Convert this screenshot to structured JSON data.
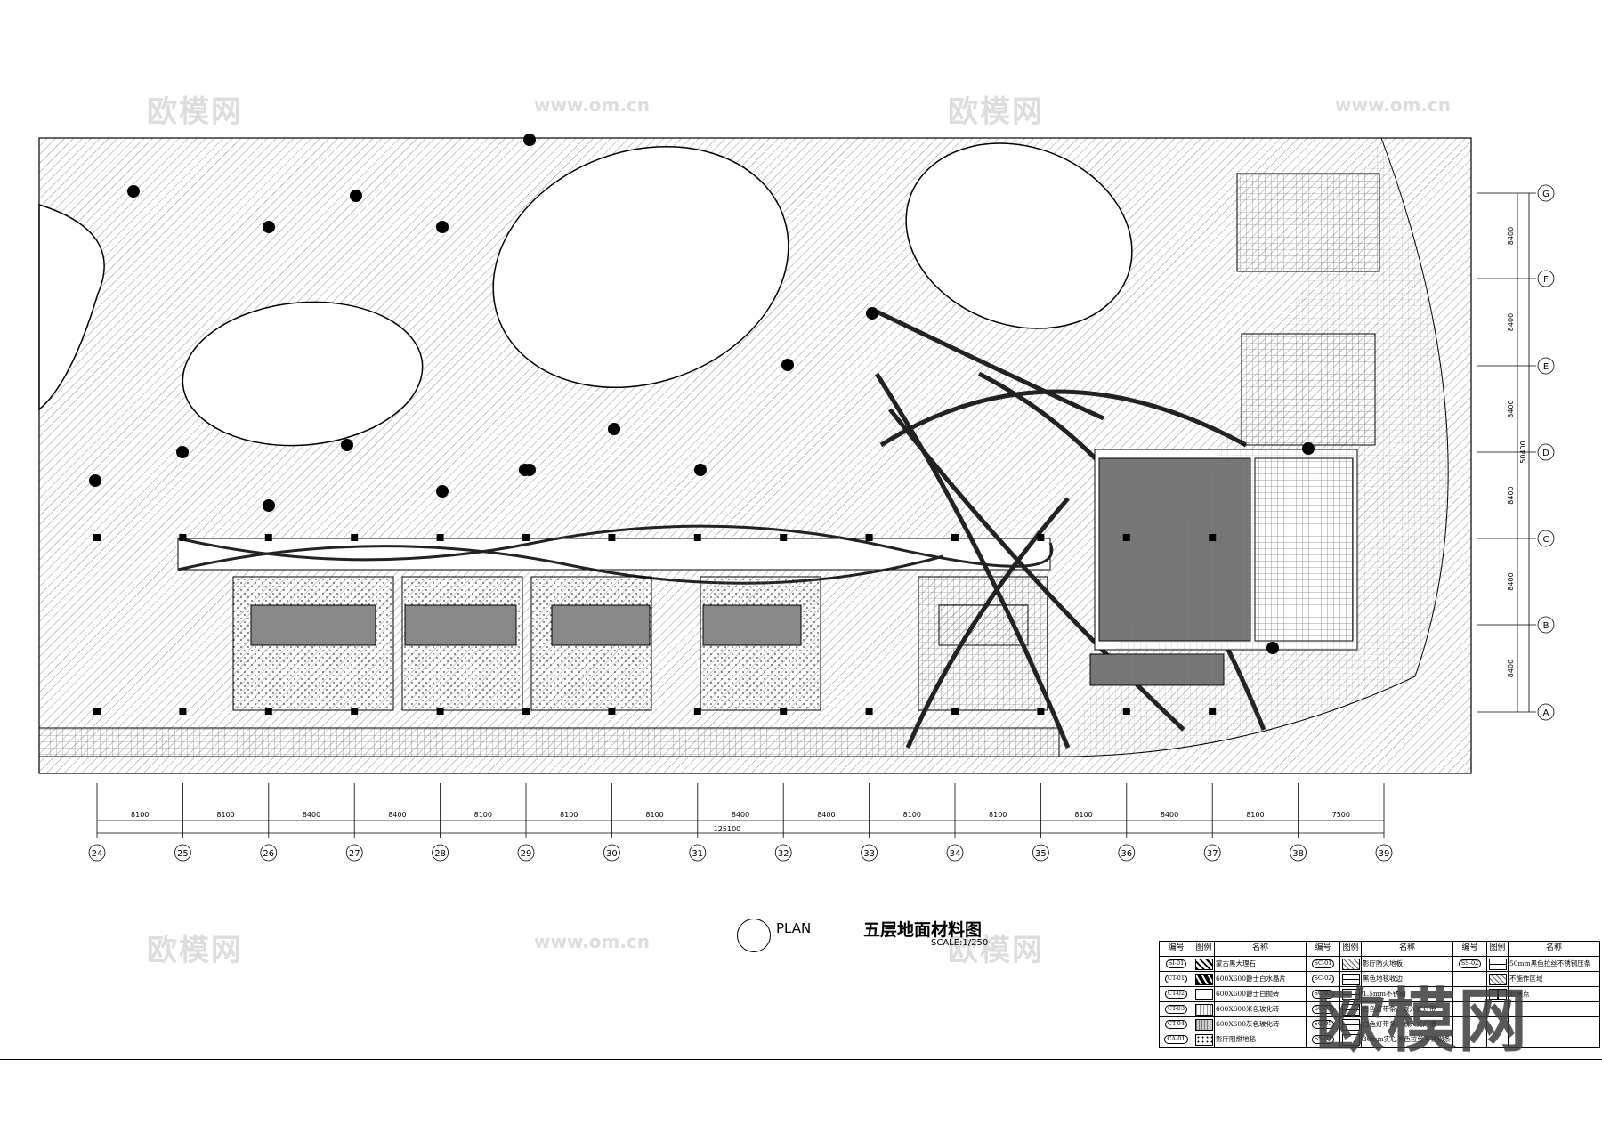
{
  "watermarks": {
    "brand": "欧模网",
    "url": "www.om.cn"
  },
  "grid": {
    "columns": [
      "24",
      "25",
      "26",
      "27",
      "28",
      "29",
      "30",
      "31",
      "32",
      "33",
      "34",
      "35",
      "36",
      "37",
      "38",
      "39"
    ],
    "column_spacings": [
      "8100",
      "8100",
      "8400",
      "8400",
      "8100",
      "8100",
      "8100",
      "8400",
      "8400",
      "8100",
      "8100",
      "8100",
      "8400",
      "8100",
      "7500"
    ],
    "total_length": "125100",
    "rows": [
      "G",
      "F",
      "E",
      "D",
      "C",
      "B",
      "A"
    ],
    "row_spacings": [
      "8400",
      "8400",
      "8400",
      "8400",
      "8400",
      "8400"
    ],
    "total_depth": "50400"
  },
  "title": {
    "plan_label": "PLAN",
    "name": "五层地面材料图",
    "scale": "SCALE:1/250"
  },
  "legend": {
    "headers": [
      "编号",
      "图例",
      "名称",
      "编号",
      "图例",
      "名称",
      "编号",
      "图例",
      "名称"
    ],
    "rows": [
      [
        {
          "code": "SI-01",
          "pattern": "zigzag",
          "name": "蒙古黑大理石"
        },
        {
          "code": "SC-01",
          "pattern": "hatch",
          "name": "影厅防火地板"
        },
        {
          "code": "SS-02",
          "pattern": "line",
          "name": "50mm黑色拉丝不锈钢压条"
        }
      ],
      [
        {
          "code": "CT-01",
          "pattern": "dark-stripe",
          "name": "600X600爵士白水晶片"
        },
        {
          "code": "SC-02",
          "pattern": "line",
          "name": "黑色地毯收边"
        },
        {
          "code": "",
          "pattern": "hatch",
          "name": "不施作区域"
        }
      ],
      [
        {
          "code": "CT-02",
          "pattern": "grid",
          "name": "600X600爵士白抛砖"
        },
        {
          "code": "SC-03",
          "pattern": "line",
          "name": "1.5mm不锈钢"
        },
        {
          "code": "",
          "pattern": "arrow",
          "name": "起铺点"
        }
      ],
      [
        {
          "code": "CT-03",
          "pattern": "fine-grid",
          "name": "600X600米色玻化砖"
        },
        {
          "code": "SC-04",
          "pattern": "line",
          "name": "白色灯带条，嵌入式灯带"
        },
        {
          "code": "",
          "pattern": "",
          "name": ""
        }
      ],
      [
        {
          "code": "CT-04",
          "pattern": "dense-grid",
          "name": "600X600灰色玻化砖"
        },
        {
          "code": "SC-05",
          "pattern": "line",
          "name": "白色灯带条，嵌入式灯槽"
        },
        {
          "code": "",
          "pattern": "",
          "name": ""
        }
      ],
      [
        {
          "code": "CA-01",
          "pattern": "dots",
          "name": "影厅阻燃地毯"
        },
        {
          "code": "SS-01",
          "pattern": "line",
          "name": "30mm实心黑色拉丝不锈钢条"
        },
        {
          "code": "",
          "pattern": "",
          "name": ""
        }
      ]
    ]
  }
}
